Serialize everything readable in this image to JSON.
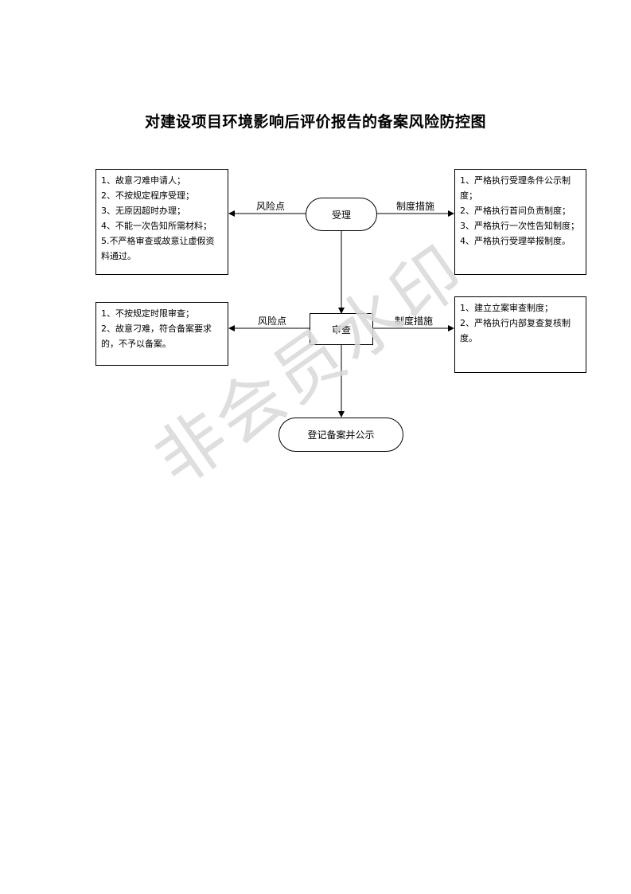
{
  "title": "对建设项目环境影响后评价报告的备案风险防控图",
  "nodes": {
    "accept": "受理",
    "review": "审查",
    "register": "登记备案并公示"
  },
  "edge_labels": {
    "risk1": "风险点",
    "measure1": "制度措施",
    "risk2": "风险点",
    "measure2": "制度措施"
  },
  "risk_box_1": [
    "1、故意刁难申请人；",
    "2、不按规定程序受理；",
    "3、无原因超时办理；",
    "4、不能一次告知所需材料；",
    "5.不严格审查或故意让虚假资料通过。"
  ],
  "measure_box_1": [
    "1、严格执行受理条件公示制度；",
    "2、严格执行首问负责制度；",
    "3、严格执行一次性告知制度；",
    "4、严格执行受理举报制度。"
  ],
  "risk_box_2": [
    "1、不按规定时限审查；",
    "2、故意刁难，符合备案要求的，不予以备案。"
  ],
  "measure_box_2": [
    "1、建立立案审查制度；",
    "2、严格执行内部复查复核制度。"
  ],
  "watermark": "非会员水印"
}
